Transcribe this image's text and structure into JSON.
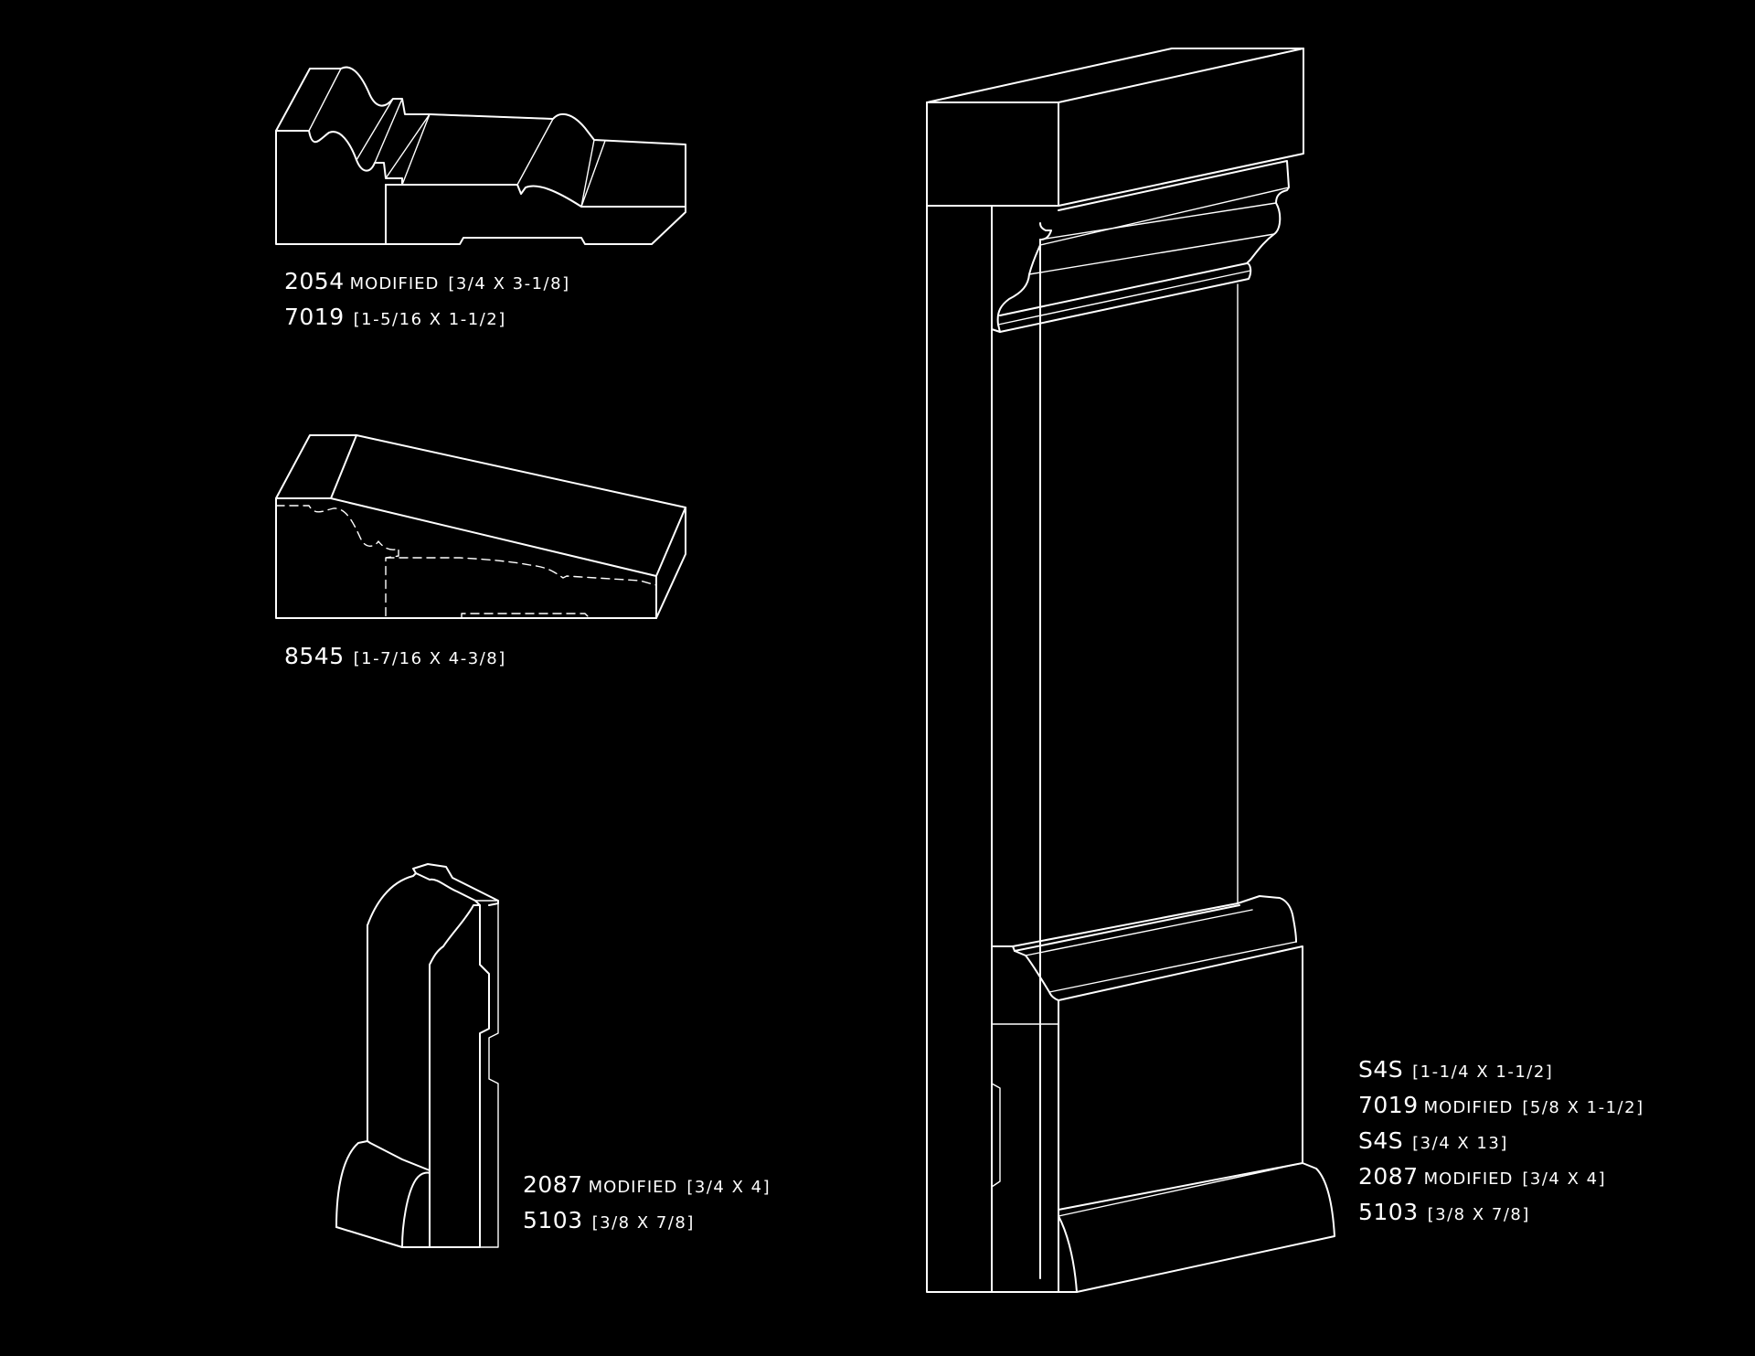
{
  "colors": {
    "background": "#000000",
    "line": "#ffffff"
  },
  "labels": {
    "casing_top": [
      {
        "code": "2054",
        "mod": "MODIFIED",
        "dim": "[3/4 X 3-1/8]"
      },
      {
        "code": "7019",
        "mod": "",
        "dim": "[1-5/16 X 1-1/2]"
      }
    ],
    "casing_crown": [
      {
        "code": "8545",
        "mod": "",
        "dim": "[1-7/16 X 4-3/8]"
      }
    ],
    "base_profile": [
      {
        "code": "2087",
        "mod": "MODIFIED",
        "dim": "[3/4 X 4]"
      },
      {
        "code": "5103",
        "mod": "",
        "dim": "[3/8 X 7/8]"
      }
    ],
    "assembly": [
      {
        "code": "S4S",
        "mod": "",
        "dim": "[1-1/4 X 1-1/2]"
      },
      {
        "code": "7019",
        "mod": "MODIFIED",
        "dim": "[5/8 X 1-1/2]"
      },
      {
        "code": "S4S",
        "mod": "",
        "dim": "[3/4 X 13]"
      },
      {
        "code": "2087",
        "mod": "MODIFIED",
        "dim": "[3/4 X 4]"
      },
      {
        "code": "5103",
        "mod": "",
        "dim": "[3/8 X 7/8]"
      }
    ]
  }
}
